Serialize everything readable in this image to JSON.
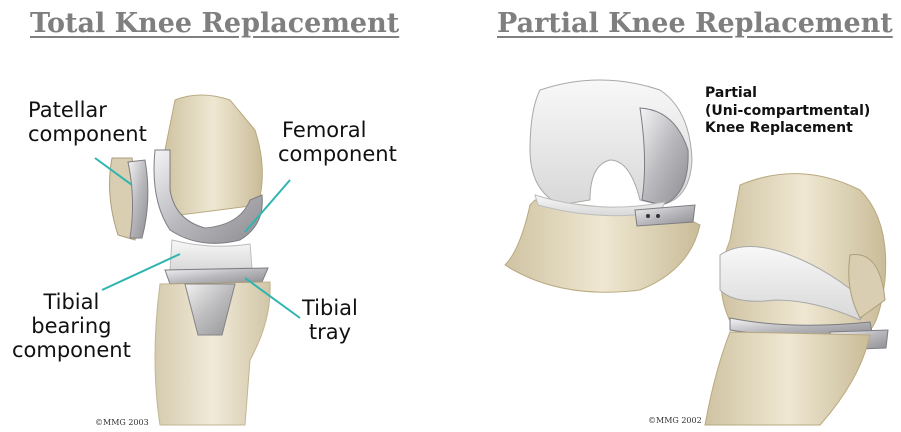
{
  "left_panel": {
    "title": "Total Knee Replacement",
    "labels": {
      "patellar_component": [
        "Patellar",
        "component"
      ],
      "femoral_component": [
        "Femoral",
        "component"
      ],
      "tibial_bearing_component": [
        "Tibial",
        "bearing",
        "component"
      ],
      "tibial_tray": [
        "Tibial",
        "tray"
      ]
    },
    "copyright": "©MMG 2003"
  },
  "right_panel": {
    "title": "Partial Knee Replacement",
    "caption": [
      "Partial",
      "(Uni-compartmental)",
      "Knee Replacement"
    ],
    "copyright": "©MMG 2002"
  },
  "colors": {
    "title": "#7f7f7f",
    "bone": "#e6dcc2",
    "metal": "#c9c9cb",
    "leader_line": "#2fb5b0"
  }
}
